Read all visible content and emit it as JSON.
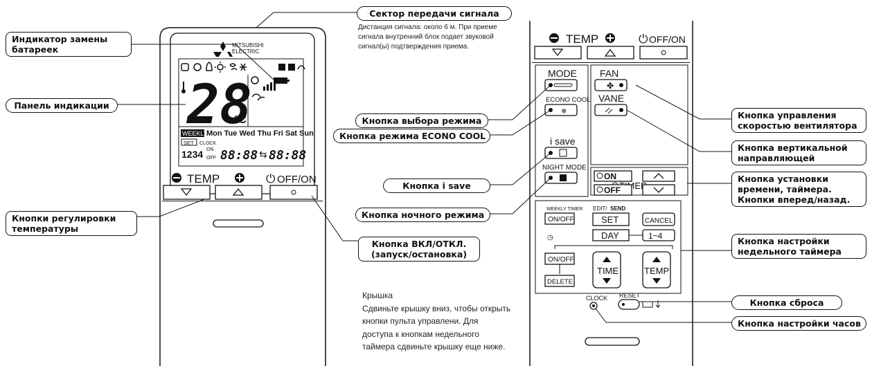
{
  "left_callouts": {
    "signal_sector": "Сектор передачи сигнала",
    "battery_indicator": "Индикатор замены батареек",
    "display_panel": "Панель индикации",
    "mode_button": "Кнопка выбора режима",
    "econo_cool_button": "Кнопка режима ECONO COOL",
    "isave_button": "Кнопка i save",
    "night_mode_button": "Кнопка ночного режима",
    "temp_buttons": "Кнопки регулировки температуры",
    "on_off_button": "Кнопка ВКЛ/ОТКЛ. (запуск/остановка)"
  },
  "right_callouts": {
    "fan_speed": "Кнопка управления скоростью вентилятора",
    "vane": "Кнопка вертикальной направляющей",
    "timer": "Кнопка установки времени, таймера. Кнопки вперед/назад.",
    "weekly_timer": "Кнопка настройки недельного таймера",
    "reset": "Кнопка сброса",
    "clock": "Кнопка настройки часов"
  },
  "signal_note": "Дистанция сигнала: около 6 м. При приеме сигнала внутренний блок подает звуковой сигнал(ы) подтверждения приема.",
  "cover_note": {
    "title": "Крышка",
    "text": "Сдвиньте крышку вниз, чтобы открыть кнопки пульта управлени. Для доступа к кнопкам недельного таймера сдвиньте крышку еще ниже."
  },
  "remote_left": {
    "brand_line1": "MITSUBISHI",
    "brand_line2": "ELECTRIC",
    "temp_value": "28",
    "temp_unit": "°C",
    "weekdays": "Mon Tue Wed Thu Fri Sat Sun",
    "weekly_tag": "WEEKLY",
    "set_tag": "SET",
    "clock_label": "CLOCK",
    "on_label": "ON",
    "off_label": "OFF",
    "digits_1234": "1234",
    "time_on": "88:88",
    "time_off": "88:88",
    "temp_label": "TEMP",
    "off_on_label": "OFF/ON"
  },
  "remote_right": {
    "temp_label": "TEMP",
    "off_on_label": "OFF/ON",
    "mode_label": "MODE",
    "fan_label": "FAN",
    "econo_label": "ECONO COOL",
    "vane_label": "VANE",
    "isave_label": "i save",
    "night_label": "NIGHT MODE",
    "on_btn": "ON",
    "off_btn": "OFF",
    "timer_label": "TIMER",
    "weekly_timer_label": "WEEKLY TIMER",
    "edit_label": "EDIT/",
    "send_label": "SEND",
    "on_off_btn": "ON/OFF",
    "set_btn": "SET",
    "cancel_btn": "CANCEL",
    "day_btn": "DAY",
    "range_btn": "1~4",
    "on_off_btn2": "ON/OFF",
    "time_btn": "TIME",
    "temp_btn": "TEMP",
    "delete_btn": "DELETE",
    "clock_label": "CLOCK",
    "reset_label": "RESET"
  }
}
